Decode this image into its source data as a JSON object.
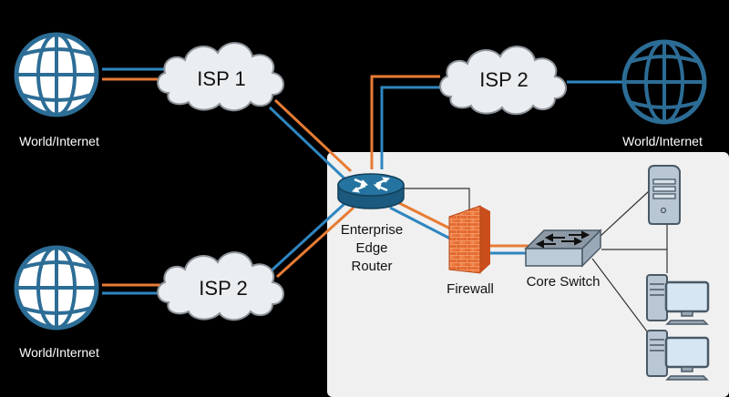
{
  "diagram": {
    "title": "Enterprise Multi-ISP Edge Network",
    "colors": {
      "background": "#000000",
      "lan_panel": "#f0f0f0",
      "link_blue": "#2f86c0",
      "link_orange": "#e77c35",
      "globe_blue": "#2c6d96",
      "cloud_fill": "#eaeef1",
      "cloud_stroke": "#8d9399",
      "router": "#226c94",
      "firewall": "#e8642a",
      "switch": "#a8b9c9",
      "pc": "#b9c7d4"
    },
    "nodes": {
      "internet_top_left": {
        "label": "World/Internet",
        "icon": "globe-icon"
      },
      "internet_bottom_left": {
        "label": "World/Internet",
        "icon": "globe-icon"
      },
      "internet_top_right": {
        "label": "World/Internet",
        "icon": "globe-icon"
      },
      "isp1": {
        "label": "ISP 1",
        "icon": "cloud-icon"
      },
      "isp2_top": {
        "label": "ISP 2",
        "icon": "cloud-icon"
      },
      "isp2_bottom": {
        "label": "ISP 2",
        "icon": "cloud-icon"
      },
      "router": {
        "label_lines": [
          "Enterprise",
          "Edge",
          "Router"
        ],
        "icon": "router-icon"
      },
      "firewall": {
        "label": "Firewall",
        "icon": "firewall-icon"
      },
      "switch": {
        "label": "Core Switch",
        "icon": "switch-icon"
      },
      "server": {
        "icon": "server-icon"
      },
      "workstation_1": {
        "icon": "desktop-pc-icon"
      },
      "workstation_2": {
        "icon": "desktop-pc-icon"
      }
    },
    "links": [
      {
        "from": "internet_top_left",
        "to": "isp1",
        "style": "dual"
      },
      {
        "from": "internet_bottom_left",
        "to": "isp2_bottom",
        "style": "dual"
      },
      {
        "from": "isp2_top",
        "to": "internet_top_right",
        "style": "blue"
      },
      {
        "from": "isp1",
        "to": "router",
        "style": "dual"
      },
      {
        "from": "isp2_bottom",
        "to": "router",
        "style": "dual"
      },
      {
        "from": "isp2_top",
        "to": "router",
        "style": "dual"
      },
      {
        "from": "router",
        "to": "firewall",
        "style": "dual"
      },
      {
        "from": "router",
        "to": "firewall",
        "style": "thin"
      },
      {
        "from": "firewall",
        "to": "switch",
        "style": "dual"
      },
      {
        "from": "switch",
        "to": "server",
        "style": "thin"
      },
      {
        "from": "switch",
        "to": "workstation_1",
        "style": "thin"
      },
      {
        "from": "switch",
        "to": "workstation_2",
        "style": "thin"
      }
    ]
  }
}
